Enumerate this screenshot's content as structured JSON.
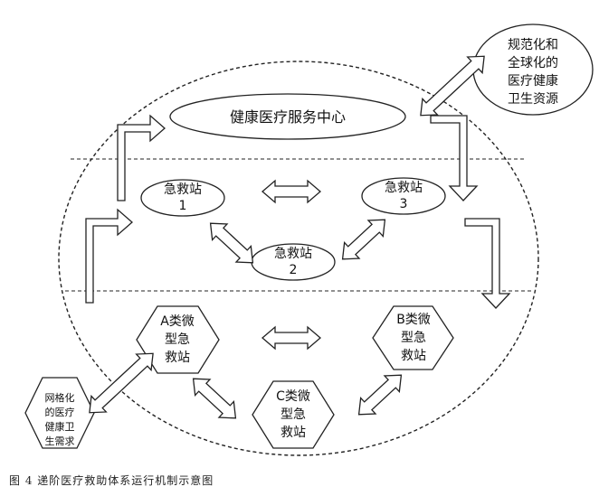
{
  "diagram": {
    "center": "健康医疗服务中心",
    "global_resource": [
      "规范化和",
      "全球化的",
      "医疗健康",
      "卫生资源"
    ],
    "stations": {
      "s1": [
        "急救站",
        "1"
      ],
      "s2": [
        "急救站",
        "2"
      ],
      "s3": [
        "急救站",
        "3"
      ]
    },
    "micro_stations": {
      "a": [
        "A类微",
        "型急",
        "救站"
      ],
      "b": [
        "B类微",
        "型急",
        "救站"
      ],
      "c": [
        "C类微",
        "型急",
        "救站"
      ]
    },
    "grid_demand": [
      "网格化",
      "的医疗",
      "健康卫",
      "生需求"
    ]
  },
  "caption": "图 4  递阶医疗救助体系运行机制示意图"
}
